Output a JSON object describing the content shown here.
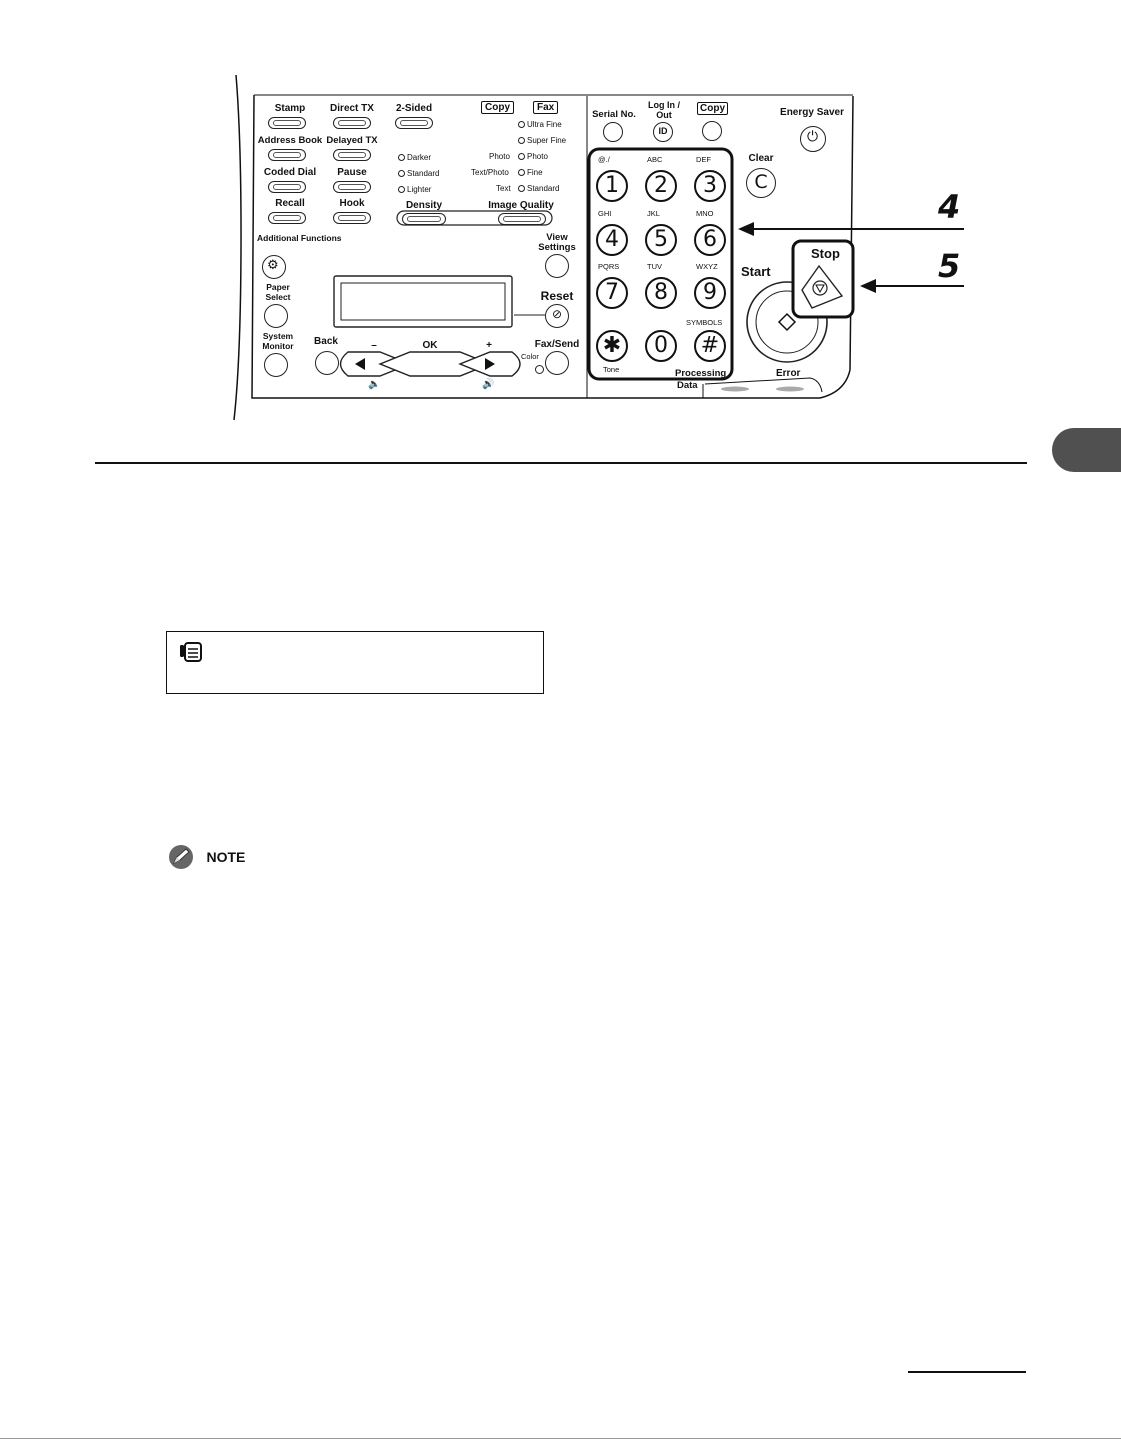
{
  "panel": {
    "left_buttons": [
      {
        "label": "Stamp"
      },
      {
        "label": "Address Book"
      },
      {
        "label": "Coded Dial"
      },
      {
        "label": "Recall"
      }
    ],
    "mid_buttons": [
      {
        "label": "Direct TX"
      },
      {
        "label": "Delayed TX"
      },
      {
        "label": "Pause"
      },
      {
        "label": "Hook"
      }
    ],
    "two_sided": "2-Sided",
    "mode_copy": "Copy",
    "mode_fax": "Fax",
    "fax_resolution": [
      "Ultra Fine",
      "Super Fine"
    ],
    "density_options": [
      "Darker",
      "Standard",
      "Lighter"
    ],
    "copy_quality_left": [
      "Photo",
      "Text/Photo",
      "Text"
    ],
    "copy_quality_right": [
      "Photo",
      "Fine",
      "Standard"
    ],
    "density_label": "Density",
    "image_quality_label": "Image Quality",
    "additional_functions": "Additional Functions",
    "paper_select": "Paper Select",
    "system_monitor": "System Monitor",
    "back": "Back",
    "ok": "OK",
    "minus": "–",
    "plus": "+",
    "view_settings": "View Settings",
    "reset": "Reset",
    "fax_send": "Fax/Send",
    "color": "Color",
    "serial_no": "Serial No.",
    "log_in_out": "Log In / Out",
    "copy_key": "Copy",
    "energy_saver": "Energy Saver",
    "clear": "Clear",
    "start": "Start",
    "stop": "Stop",
    "error": "Error",
    "processing": "Processing",
    "data": "Data",
    "tone": "Tone",
    "symbols": "SYMBOLS",
    "keypad": [
      {
        "digit": "1",
        "sub": "@./"
      },
      {
        "digit": "2",
        "sub": "ABC"
      },
      {
        "digit": "3",
        "sub": "DEF"
      },
      {
        "digit": "4",
        "sub": "GHI"
      },
      {
        "digit": "5",
        "sub": "JKL"
      },
      {
        "digit": "6",
        "sub": "MNO"
      },
      {
        "digit": "7",
        "sub": "PQRS"
      },
      {
        "digit": "8",
        "sub": "TUV"
      },
      {
        "digit": "9",
        "sub": "WXYZ"
      },
      {
        "digit": "✱",
        "sub": ""
      },
      {
        "digit": "0",
        "sub": ""
      },
      {
        "digit": "#",
        "sub": ""
      }
    ],
    "callouts": [
      "4",
      "5"
    ]
  },
  "note_label": "NOTE",
  "colors": {
    "ink": "#111111",
    "tab": "#505050"
  }
}
